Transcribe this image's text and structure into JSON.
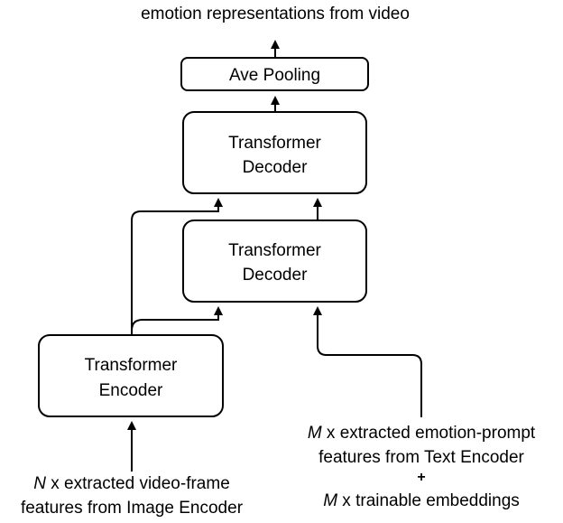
{
  "title": "emotion representations from video",
  "nodes": {
    "ave_pooling": {
      "label": "Ave Pooling"
    },
    "decoder_top": {
      "line1": "Transformer",
      "line2": "Decoder"
    },
    "decoder_mid": {
      "line1": "Transformer",
      "line2": "Decoder"
    },
    "encoder": {
      "line1": "Transformer",
      "line2": "Encoder"
    }
  },
  "inputs": {
    "video": {
      "var": "N",
      "line1_rest": " x extracted video-frame",
      "line2": "features from Image Encoder"
    },
    "prompt": {
      "var": "M",
      "line1_rest": " x extracted emotion-prompt",
      "line2": "features from Text Encoder",
      "plus": "+",
      "var2": "M",
      "line4_rest": " x trainable embeddings"
    }
  }
}
